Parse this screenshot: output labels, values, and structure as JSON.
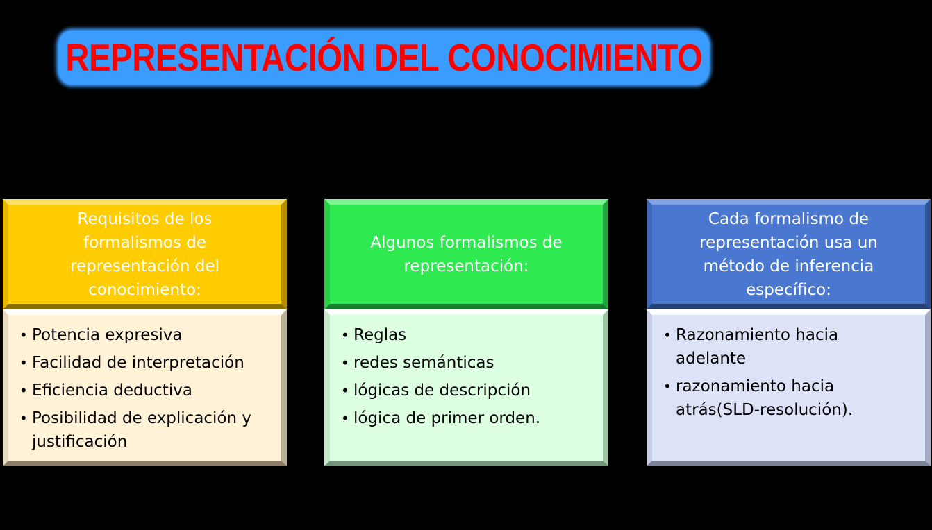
{
  "title": "REPRESENTACIÓN DEL CONOCIMIENTO",
  "colors": {
    "title_text": "#ff0000",
    "title_glow": "#3a9cff",
    "yellow_header": "#ffcc00",
    "yellow_body": "#fff2d6",
    "green_header": "#2eea50",
    "green_body": "#dbffe0",
    "blue_header": "#4a78d0",
    "blue_body": "#dde3f6",
    "background": "#000000"
  },
  "columns": [
    {
      "header": "Requisitos de los formalismos de representación del conocimiento:",
      "items": [
        "Potencia expresiva",
        "Facilidad de interpretación",
        "Eficiencia deductiva",
        "Posibilidad de explicación y justificación"
      ]
    },
    {
      "header": "Algunos formalismos de representación:",
      "items": [
        "Reglas",
        "redes semánticas",
        "lógicas de descripción",
        "lógica de primer orden."
      ]
    },
    {
      "header": "Cada formalismo de representación usa un método de inferencia específico:",
      "items": [
        "Razonamiento hacia adelante",
        "razonamiento hacia atrás(SLD-resolución)."
      ]
    }
  ],
  "bullet_glyph": "•"
}
